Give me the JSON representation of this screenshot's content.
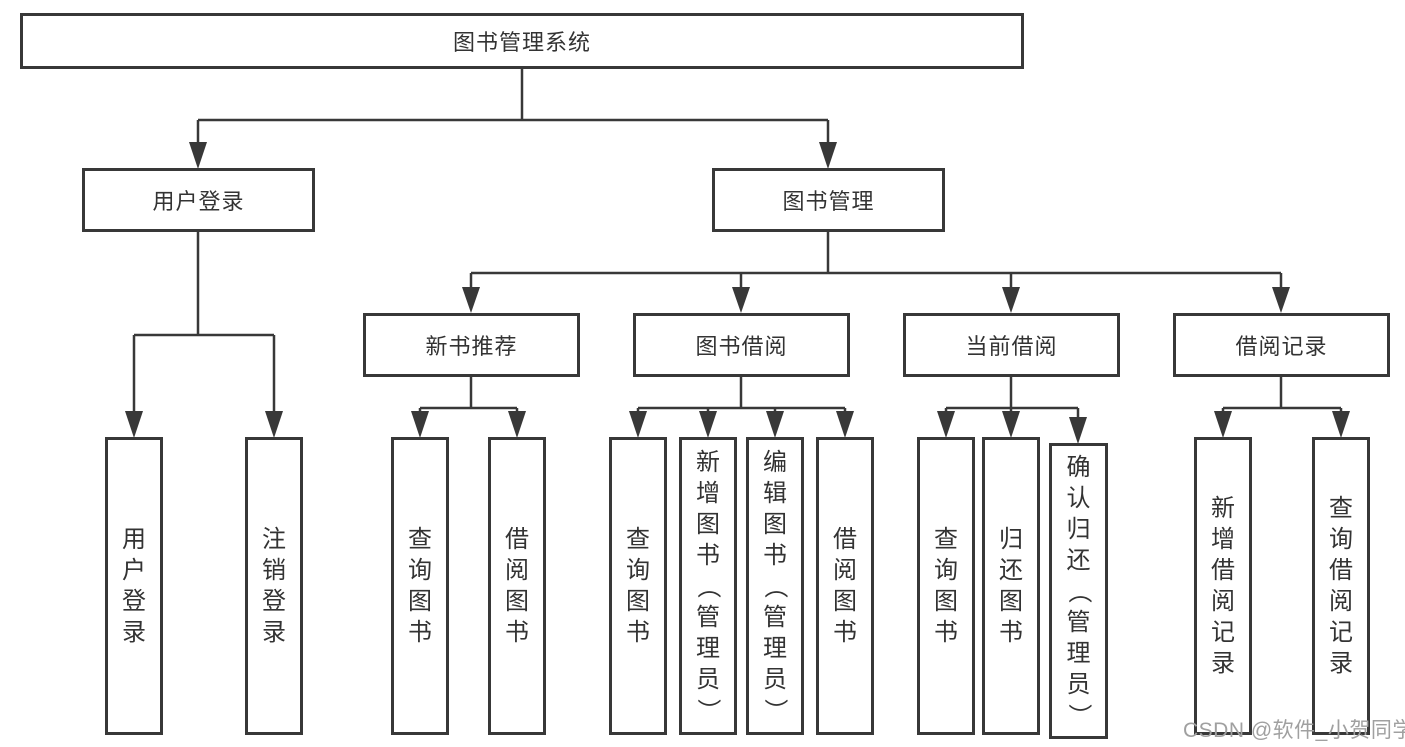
{
  "diagram": {
    "root": {
      "label": "图书管理系统"
    },
    "branches": [
      {
        "label": "用户登录",
        "children": [
          {
            "label": "用户登录"
          },
          {
            "label": "注销登录"
          }
        ]
      },
      {
        "label": "图书管理",
        "children": [
          {
            "label": "新书推荐",
            "children": [
              {
                "label": "查询图书"
              },
              {
                "label": "借阅图书"
              }
            ]
          },
          {
            "label": "图书借阅",
            "children": [
              {
                "label": "查询图书"
              },
              {
                "label": "新增图书（管理员）"
              },
              {
                "label": "编辑图书（管理员）"
              },
              {
                "label": "借阅图书"
              }
            ]
          },
          {
            "label": "当前借阅",
            "children": [
              {
                "label": "查询图书"
              },
              {
                "label": "归还图书"
              },
              {
                "label": "确认归还（管理员）"
              }
            ]
          },
          {
            "label": "借阅记录",
            "children": [
              {
                "label": "新增借阅记录"
              },
              {
                "label": "查询借阅记录"
              }
            ]
          }
        ]
      }
    ],
    "watermark": "CSDN @软件_小贺同学",
    "colors": {
      "line": "#383838",
      "text": "#333333",
      "watermark": "#a0a0a0",
      "background": "#ffffff"
    }
  }
}
